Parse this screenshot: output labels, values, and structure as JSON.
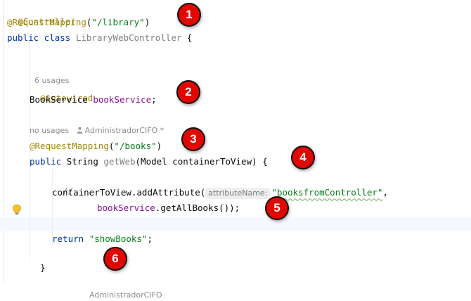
{
  "code": {
    "line1": {
      "annotation": "@Controller"
    },
    "line2": {
      "annotation": "@RequestMapping",
      "open": "(",
      "path": "\"/library\"",
      "close": ")"
    },
    "line3": {
      "kw_public": "public",
      "kw_class": "class",
      "class_name": "LibraryWebController",
      "brace": "{"
    },
    "hint1": {
      "usages": "6 usages"
    },
    "line4": {
      "annotation": "@Autowired"
    },
    "line5": {
      "type": "BookService",
      "field": "bookService",
      "semi": ";"
    },
    "hint2": {
      "usages": "no usages",
      "author": "AdministradorCIFO *"
    },
    "line6": {
      "annotation": "@RequestMapping",
      "open": "(",
      "path": "\"/books\"",
      "close": ")"
    },
    "line7": {
      "kw_public": "public",
      "type": "String",
      "method": "getWeb",
      "params": "(Model containerToView) {"
    },
    "line8": {
      "comment": "//"
    },
    "line9": {
      "call": "containerToView.addAttribute(",
      "inlay": "attributeName:",
      "arg": "\"booksfromController\"",
      "tail": ","
    },
    "line10": {
      "field": "bookService",
      "call": ".getAllBooks());"
    },
    "line11": {
      "kw_return": "return",
      "value": "\"showBooks\"",
      "semi": ";"
    },
    "line12": {
      "brace": "}"
    },
    "hint3": {
      "partial": "AdministradorCIFO"
    }
  },
  "badges": [
    "1",
    "2",
    "3",
    "4",
    "5",
    "6"
  ],
  "colors": {
    "annotation": "#9e880d",
    "keyword": "#0033b3",
    "string": "#067d17",
    "field": "#871094",
    "badge": "#e10600"
  },
  "icons": {
    "gutter": "lightbulb-icon",
    "author": "person-icon"
  }
}
